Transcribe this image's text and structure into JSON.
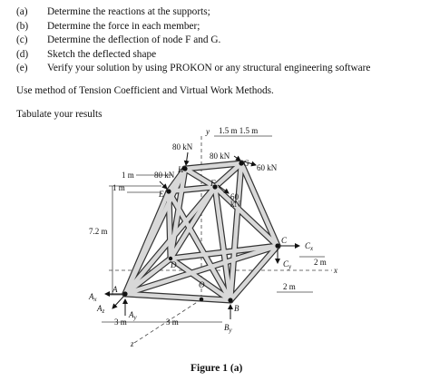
{
  "items": [
    {
      "label": "(a)",
      "text": "Determine the reactions at the supports;"
    },
    {
      "label": "(b)",
      "text": "Determine the force in each member;"
    },
    {
      "label": "(c)",
      "text": "Determine the deflection of node F and G."
    },
    {
      "label": "(d)",
      "text": "Sketch the deflected shape"
    },
    {
      "label": "(e)",
      "text": "Verify your solution by using PROKON or any structural engineering software"
    }
  ],
  "method_text": "Use method of Tension Coefficient and Virtual Work Methods.",
  "tabulate_text": "Tabulate your results",
  "figure": {
    "caption": "Figure 1 (a)",
    "labels": {
      "y": "y",
      "top_dims": "1.5 m 1.5 m",
      "load_h": "80 kN",
      "load_g": "80 kN",
      "load_g_side": "60 kN",
      "load_e": "80 kN",
      "dim_1m_a": "1 m",
      "dim_1m_b": "1 m",
      "load_f_a": "60",
      "load_f_b": "kN",
      "h": "H",
      "g": "G",
      "e": "E",
      "f": "F",
      "d": "D",
      "c": "C",
      "o": "O",
      "a": "A",
      "b": "B",
      "height": "7.2 m",
      "cx": "C",
      "cx_sub": "x",
      "cy": "C",
      "cy_sub": "y",
      "dim_2m_a": "2 m",
      "dim_2m_b": "2 m",
      "x": "x",
      "ax": "A",
      "ax_sub": "x",
      "az": "A",
      "az_sub": "z",
      "ay": "A",
      "ay_sub": "y",
      "by": "B",
      "by_sub": "y",
      "dim_3m_a": "3 m",
      "dim_3m_b": "3 m",
      "z": "z"
    }
  }
}
